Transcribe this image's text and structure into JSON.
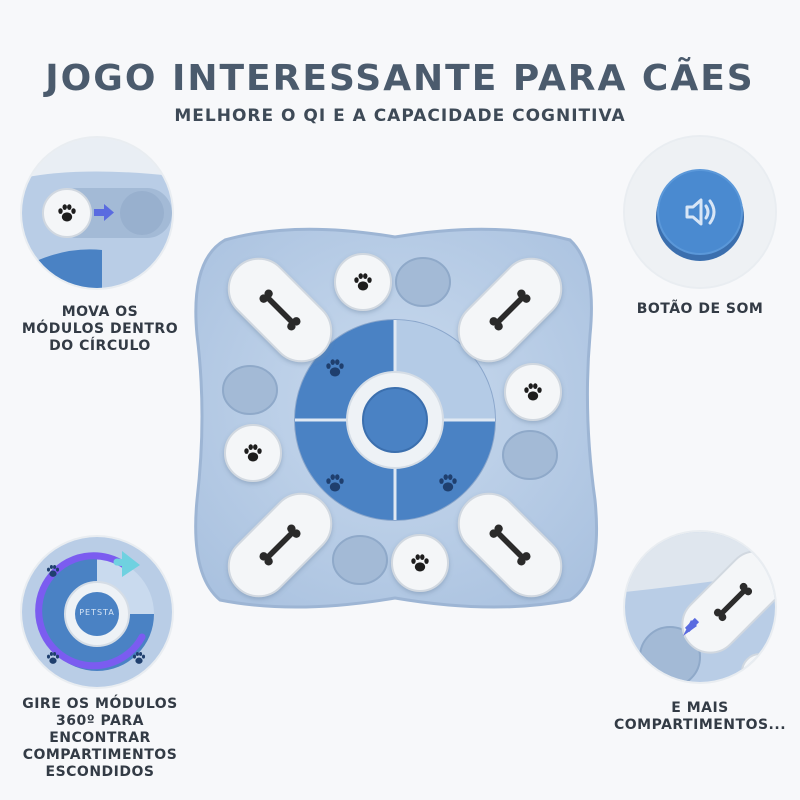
{
  "header": {
    "title": "JOGO INTERESSANTE PARA CÃES",
    "subtitle": "MELHORE O QI E A CAPACIDADE COGNITIVA"
  },
  "features": {
    "move": [
      "MOVA OS",
      "MÓDULOS DENTRO",
      "DO CÍRCULO"
    ],
    "sound": [
      "BOTÃO DE SOM"
    ],
    "rotate": [
      "GIRE OS MÓDULOS",
      "360º PARA",
      "ENCONTRAR",
      "COMPARTIMENTOS",
      "ESCONDIDOS"
    ],
    "more": [
      "E MAIS",
      "COMPARTIMENTOS..."
    ]
  },
  "brand": {
    "logo_text": "PETSTA"
  },
  "colors": {
    "board": "#b9cde6",
    "board_edge": "#a3bbd9",
    "accent": "#4a82c4",
    "accent_dark": "#3b6fae",
    "module": "#f4f6f8",
    "title": "#4b5b6d",
    "arrow": "#5a6be0"
  },
  "icons": [
    "paw-icon",
    "bone-icon",
    "speaker-icon",
    "arrow-right-icon",
    "rotate-arrow-icon"
  ]
}
